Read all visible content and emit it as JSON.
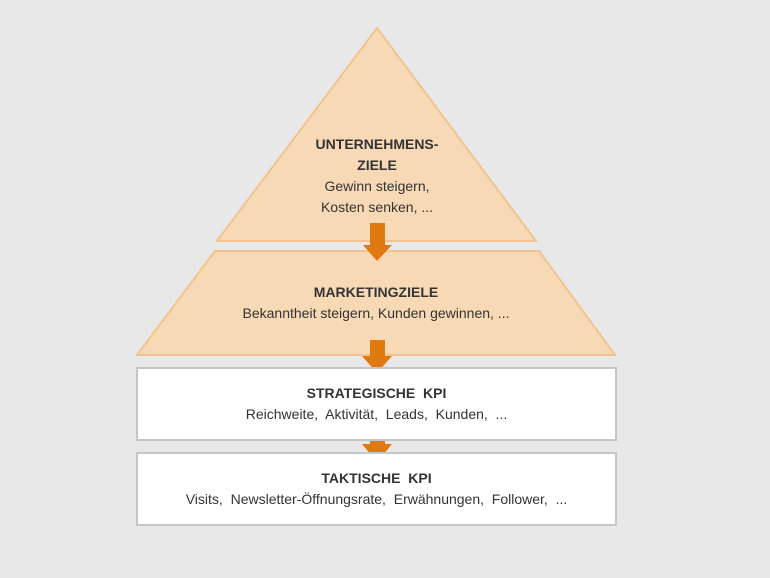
{
  "colors": {
    "background": "#e8e8e8",
    "pyramid_fill": "#f8d9b5",
    "pyramid_stroke": "#f2c38f",
    "arrow": "#e07a10",
    "box_fill": "#ffffff",
    "box_border": "#c6c6c6",
    "text": "#333333"
  },
  "levels": [
    {
      "title_line1": "UNTERNEHMENS-",
      "title_line2": "ZIELE",
      "desc_line1": "Gewinn steigern,",
      "desc_line2": "Kosten senken, ..."
    },
    {
      "title": "MARKETINGZIELE",
      "desc": "Bekanntheit steigern, Kunden gewinnen, ..."
    },
    {
      "title": "STRATEGISCHE  KPI",
      "desc": "Reichweite,  Aktivität,  Leads,  Kunden,  ..."
    },
    {
      "title": "TAKTISCHE  KPI",
      "desc": "Visits,  Newsletter-Öffnungsrate,  Erwähnungen,  Follower,  ..."
    }
  ],
  "arrow_icon": "down-arrow-icon"
}
